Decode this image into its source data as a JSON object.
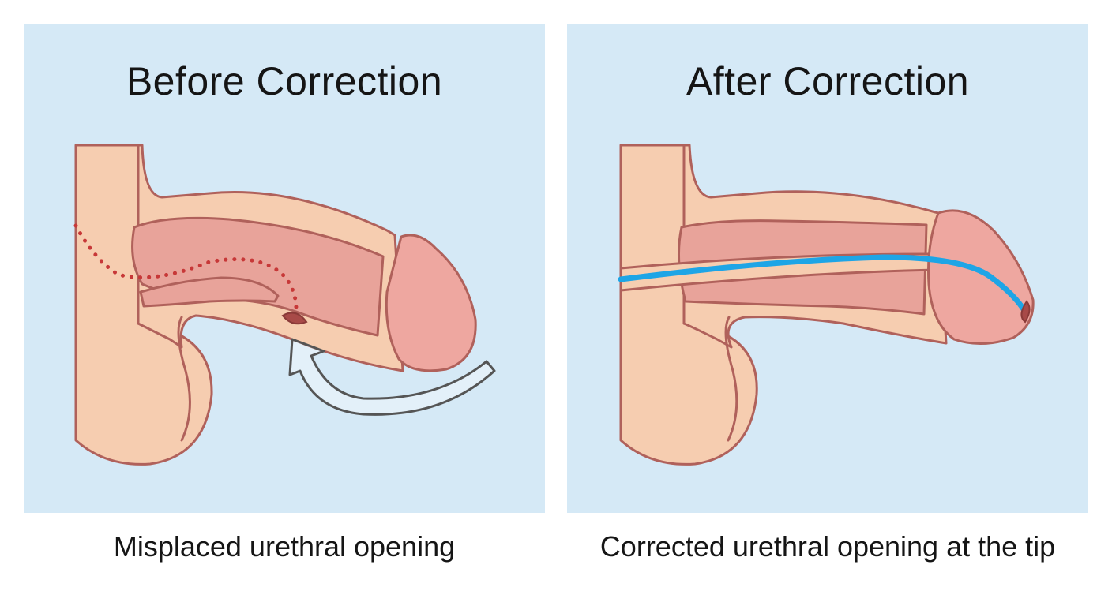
{
  "before": {
    "title": "Before Correction",
    "caption": "Misplaced urethral opening"
  },
  "after": {
    "title": "After Correction",
    "caption": "Corrected urethral opening at the tip"
  },
  "colors": {
    "panel_background": "#d5e9f6",
    "skin": "#f6cdb0",
    "skin_outline": "#b0615b",
    "shaft_tissue": "#e8a39a",
    "glans": "#eea7a0",
    "misplaced_opening": "#a84a48",
    "dotted_path": "#c73838",
    "corrected_urethra": "#1ea5e6",
    "arrow_outline": "#555555"
  },
  "icons": {
    "before_arrow": "curved-arrow-icon"
  }
}
